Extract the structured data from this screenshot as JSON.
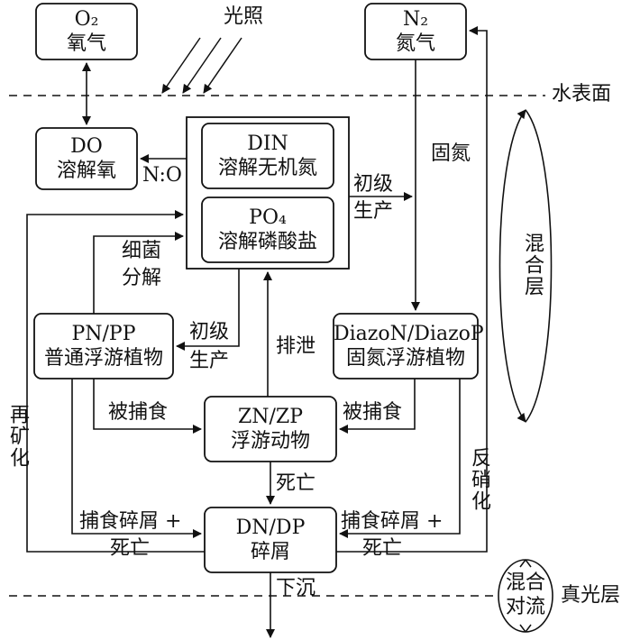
{
  "nodes": {
    "o2": {
      "line1": "O₂",
      "line2": "氧气"
    },
    "n2": {
      "line1": "N₂",
      "line2": "氮气"
    },
    "do": {
      "line1": "DO",
      "line2": "溶解氧"
    },
    "din": {
      "line1": "DIN",
      "line2": "溶解无机氮"
    },
    "po4": {
      "line1": "PO₄",
      "line2": "溶解磷酸盐"
    },
    "pn": {
      "line1": "PN/PP",
      "line2": "普通浮游植物"
    },
    "diazo": {
      "line1": "DiazoN/DiazoP",
      "line2": "固氮浮游植物"
    },
    "zn": {
      "line1": "ZN/ZP",
      "line2": "浮游动物"
    },
    "dn": {
      "line1": "DN/DP",
      "line2": "碎屑"
    }
  },
  "labels": {
    "light": "光照",
    "water_surface": "水表面",
    "euphotic": "真光层",
    "mixed_layer": "混合层",
    "mixing_convection_1": "混合",
    "mixing_convection_2": "对流",
    "nitrogen_fixation": "固氮",
    "no_ratio": "N:O",
    "primary_production_right_1": "初级",
    "primary_production_right_2": "生产",
    "bacterial_decomp_1": "细菌",
    "bacterial_decomp_2": "分解",
    "primary_production_left_1": "初级",
    "primary_production_left_2": "生产",
    "excretion": "排泄",
    "grazed_left": "被捕食",
    "grazed_right": "被捕食",
    "death": "死亡",
    "remineralization": "再矿化",
    "denitrification": "反硝化",
    "detritus_left_1": "捕食碎屑 +",
    "detritus_left_2": "死亡",
    "detritus_right_1": "捕食碎屑 +",
    "detritus_right_2": "死亡",
    "sinking": "下沉"
  }
}
